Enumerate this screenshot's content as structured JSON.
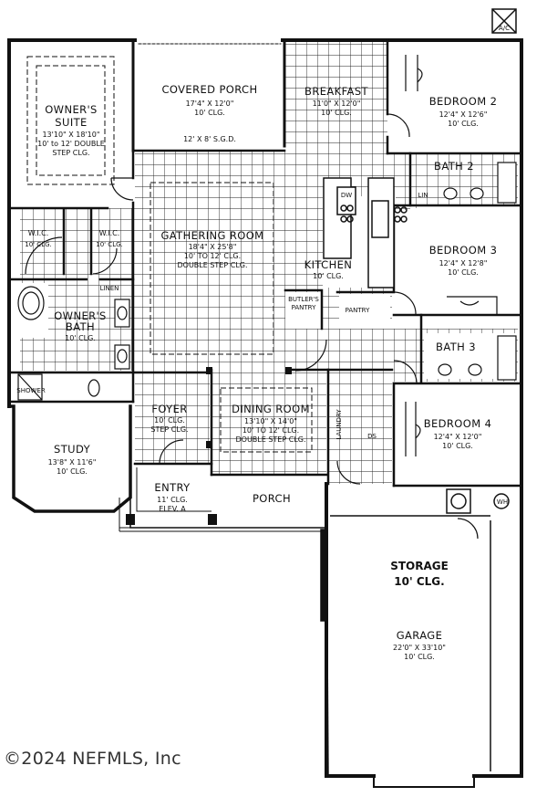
{
  "rooms": {
    "covered_porch": {
      "name": "COVERED PORCH",
      "dims": "17'4\" X 12'0\"",
      "clg": "10' CLG.",
      "door": "12' X 8' S.G.D."
    },
    "breakfast": {
      "name": "BREAKFAST",
      "dims": "11'0\" X 12'0\"",
      "clg": "10' CLG."
    },
    "bedroom2": {
      "name": "BEDROOM 2",
      "dims": "12'4\" X 12'6\"",
      "clg": "10' CLG."
    },
    "owners_suite": {
      "name": "OWNER'S",
      "name2": "SUITE",
      "dims": "13'10\" X 18'10\"",
      "clg": "10' to 12' DOUBLE",
      "clg2": "STEP CLG."
    },
    "gathering": {
      "name": "GATHERING ROOM",
      "dims": "18'4\" X 25'8\"",
      "clg": "10' TO 12' CLG.",
      "clg2": "DOUBLE STEP CLG."
    },
    "kitchen": {
      "name": "KITCHEN",
      "clg": "10' CLG."
    },
    "bath2": {
      "name": "BATH 2"
    },
    "bedroom3": {
      "name": "BEDROOM 3",
      "dims": "12'4\" X 12'8\"",
      "clg": "10' CLG."
    },
    "wic1": {
      "name": "W.I.C.",
      "clg": "10' CLG."
    },
    "wic2": {
      "name": "W.I.C.",
      "clg": "10' CLG."
    },
    "linen": {
      "name": "LINEN"
    },
    "owners_bath": {
      "name": "OWNER'S",
      "name2": "BATH",
      "clg": "10' CLG."
    },
    "butlers_pantry": {
      "name": "BUTLER'S",
      "name2": "PANTRY"
    },
    "pantry": {
      "name": "PANTRY"
    },
    "bath3": {
      "name": "BATH 3"
    },
    "foyer": {
      "name": "FOYER",
      "clg": "10' CLG.",
      "clg2": "STEP CLG."
    },
    "dining": {
      "name": "DINING ROOM",
      "dims": "13'10\" X 14'0\"",
      "clg": "10' TO 12' CLG.",
      "clg2": "DOUBLE STEP CLG."
    },
    "laundry": {
      "name": "LAUNDRY"
    },
    "bedroom4": {
      "name": "BEDROOM 4",
      "dims": "12'4\" X 12'0\"",
      "clg": "10' CLG."
    },
    "study": {
      "name": "STUDY",
      "dims": "13'8\" X 11'6\"",
      "clg": "10' CLG."
    },
    "entry": {
      "name": "ENTRY",
      "clg": "11' CLG.",
      "clg2": "ELEV. A"
    },
    "porch": {
      "name": "PORCH"
    },
    "storage": {
      "name": "STORAGE",
      "clg": "10' CLG."
    },
    "garage": {
      "name": "GARAGE",
      "dims": "22'0\" X 33'10\"",
      "clg": "10' CLG."
    }
  },
  "fixtures": {
    "dw": "DW",
    "wh": "WH",
    "ds": "DS",
    "lin": "LIN",
    "shower": "SHOWER",
    "ac": "A/C"
  },
  "watermark": "©2024 NEFMLS, Inc"
}
